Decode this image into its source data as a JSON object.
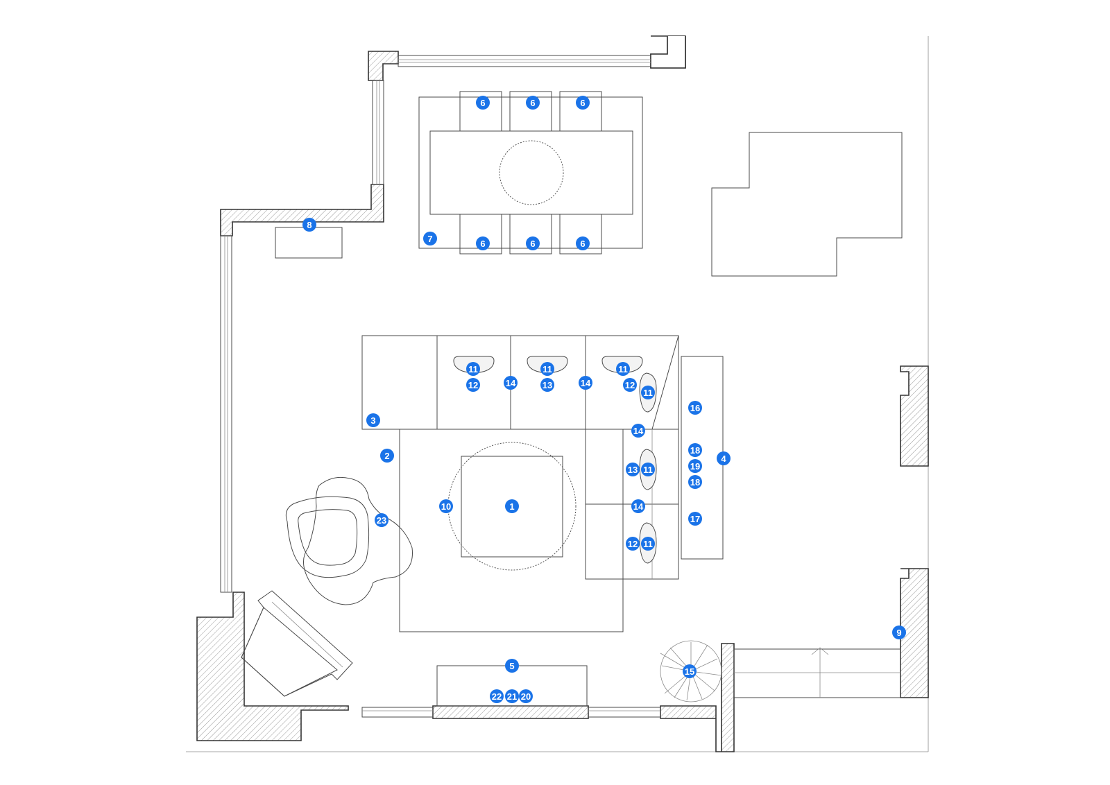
{
  "markers": [
    {
      "label": "1"
    },
    {
      "label": "2"
    },
    {
      "label": "3"
    },
    {
      "label": "4"
    },
    {
      "label": "5"
    },
    {
      "label": "6"
    },
    {
      "label": "6"
    },
    {
      "label": "6"
    },
    {
      "label": "6"
    },
    {
      "label": "6"
    },
    {
      "label": "6"
    },
    {
      "label": "7"
    },
    {
      "label": "8"
    },
    {
      "label": "9"
    },
    {
      "label": "10"
    },
    {
      "label": "11"
    },
    {
      "label": "11"
    },
    {
      "label": "11"
    },
    {
      "label": "11"
    },
    {
      "label": "11"
    },
    {
      "label": "11"
    },
    {
      "label": "12"
    },
    {
      "label": "12"
    },
    {
      "label": "12"
    },
    {
      "label": "13"
    },
    {
      "label": "13"
    },
    {
      "label": "14"
    },
    {
      "label": "14"
    },
    {
      "label": "14"
    },
    {
      "label": "14"
    },
    {
      "label": "15"
    },
    {
      "label": "16"
    },
    {
      "label": "17"
    },
    {
      "label": "18"
    },
    {
      "label": "18"
    },
    {
      "label": "19"
    },
    {
      "label": "20"
    },
    {
      "label": "21"
    },
    {
      "label": "22"
    },
    {
      "label": "23"
    }
  ],
  "colors": {
    "marker": "#1a73e8",
    "marker_text": "#ffffff",
    "linework": "#4a4a4a"
  }
}
